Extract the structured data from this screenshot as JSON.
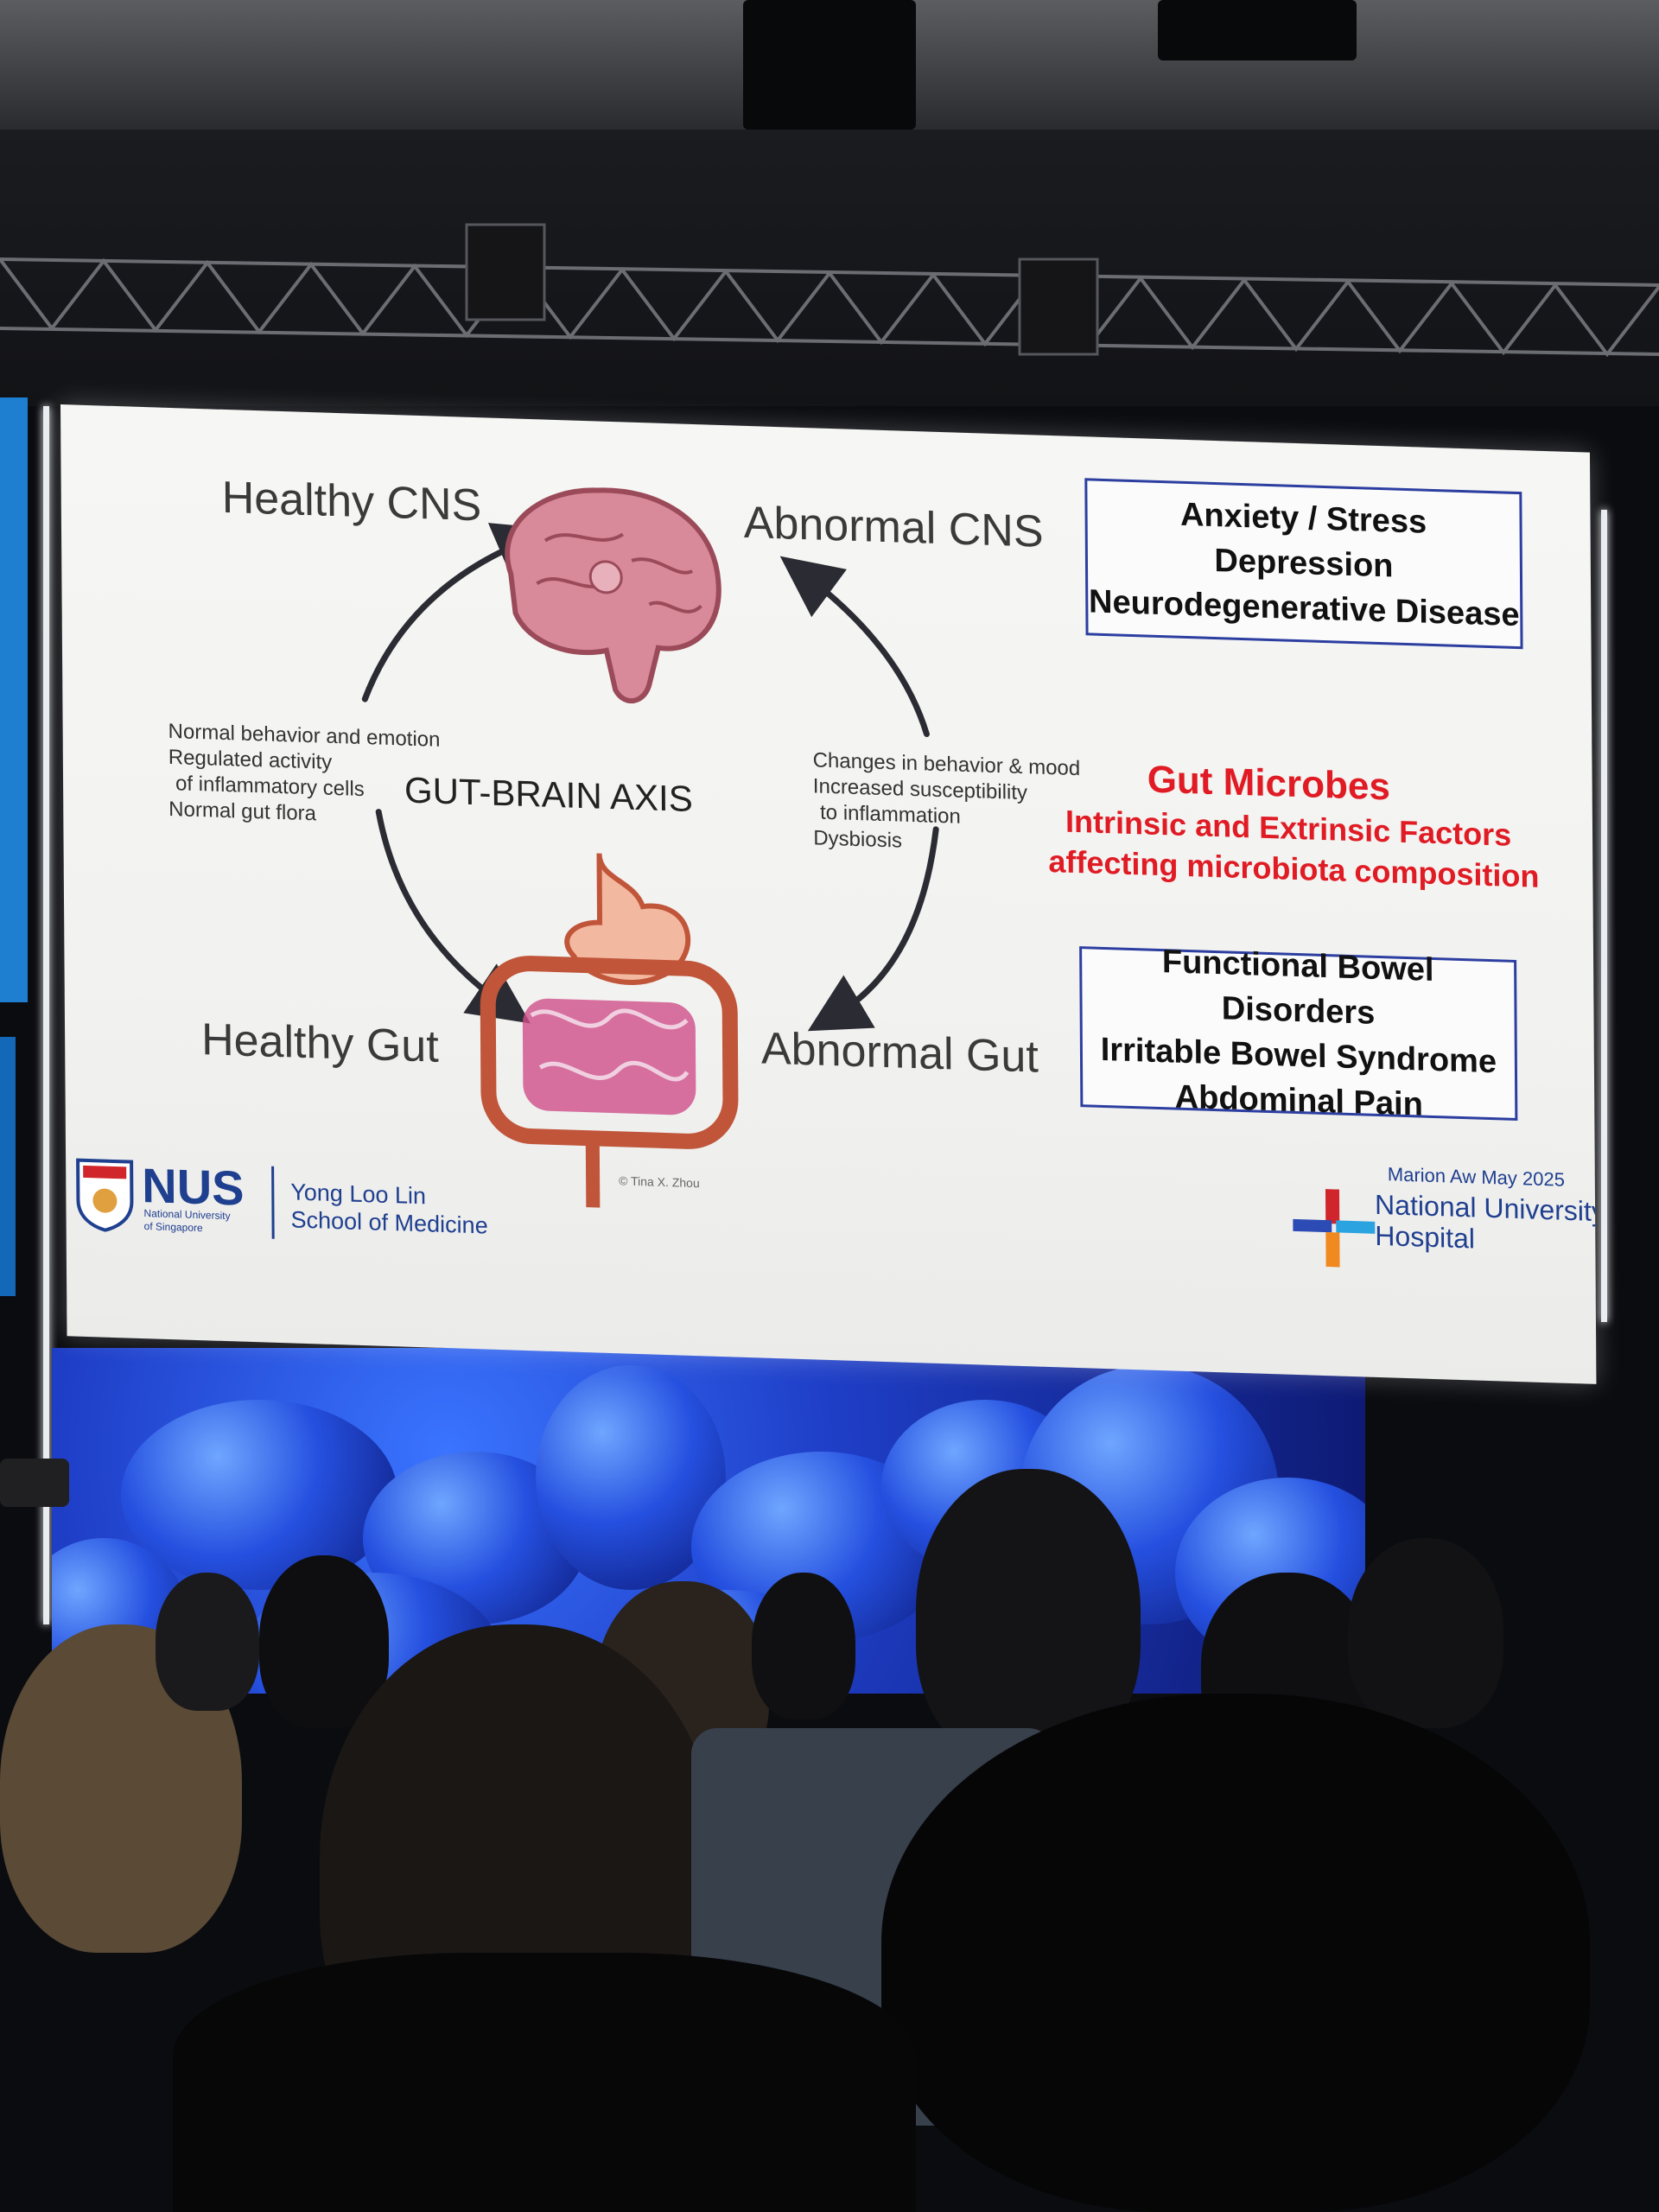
{
  "slide": {
    "healthy_cns": "Healthy CNS",
    "abnormal_cns": "Abnormal CNS",
    "healthy_gut": "Healthy Gut",
    "abnormal_gut": "Abnormal Gut",
    "axis_title": "GUT-BRAIN AXIS",
    "healthy_notes": [
      "Normal behavior and emotion",
      "Regulated activity",
      "of inflammatory cells",
      "Normal gut flora"
    ],
    "abnormal_notes": [
      "Changes in behavior & mood",
      "Increased susceptibility",
      "to inflammation",
      "Dysbiosis"
    ],
    "cns_box": [
      "Anxiety / Stress",
      "Depression",
      "Neurodegenerative Disease"
    ],
    "microbes_title": "Gut Microbes",
    "microbes_lines": [
      "Intrinsic and Extrinsic Factors",
      "affecting microbiota composition"
    ],
    "gut_box": [
      "Functional Bowel Disorders",
      "Irritable Bowel Syndrome",
      "Abdominal Pain"
    ],
    "illustration_credit": "© Tina X. Zhou",
    "nus_logo": "NUS",
    "nus_subtitle": [
      "National University",
      "of Singapore"
    ],
    "school": [
      "Yong Loo Lin",
      "School of Medicine"
    ],
    "author_date": "Marion Aw May 2025",
    "hospital": [
      "National University",
      "Hospital"
    ]
  },
  "colors": {
    "box_border": "#2c3ea0",
    "accent_red": "#e01b24",
    "nus_blue": "#1f3f8f",
    "brain": "#d98a9a",
    "gut": "#e08a6a"
  },
  "icons": [
    "brain-icon",
    "digestive-system-icon",
    "nus-crest-icon",
    "nuh-cross-icon"
  ]
}
